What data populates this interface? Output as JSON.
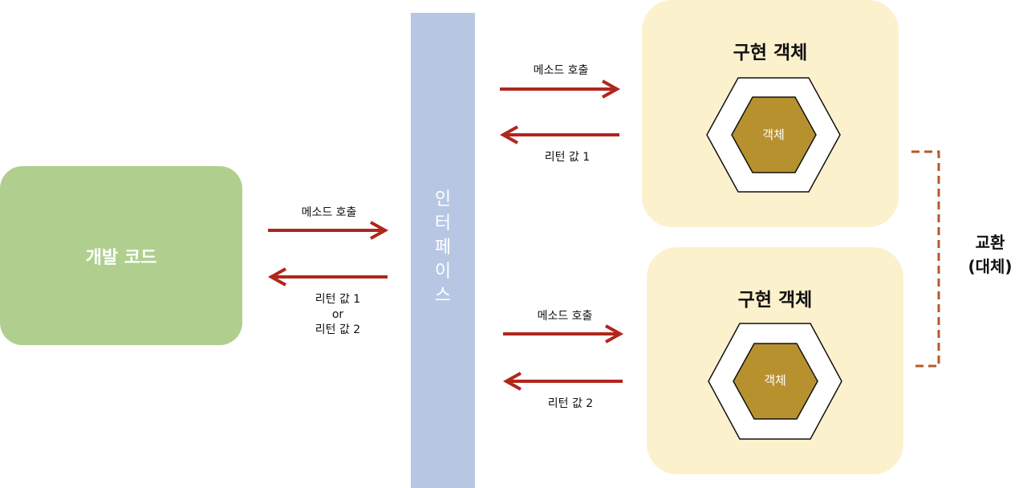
{
  "developer_code": {
    "label": "개발 코드"
  },
  "interface": {
    "chars": [
      "인",
      "터",
      "페",
      "이",
      "스"
    ]
  },
  "left_side": {
    "call_label": "메소드 호출",
    "return_lines": [
      "리턴 값 1",
      "or",
      "리턴 값 2"
    ]
  },
  "implementations": [
    {
      "title": "구현 객체",
      "object_label": "객체",
      "call_label": "메소드 호출",
      "return_label": "리턴 값 1"
    },
    {
      "title": "구현 객체",
      "object_label": "객체",
      "call_label": "메소드 호출",
      "return_label": "리턴 값 2"
    }
  ],
  "exchange": {
    "line1": "교환",
    "line2": "(대체)"
  },
  "colors": {
    "developer_code": "#b0cf8f",
    "interface": "#b7c7e3",
    "implementation_bg": "#fcf1cd",
    "object_fill": "#b8912f",
    "arrow": "#b0261c",
    "bracket": "#b5592b"
  }
}
